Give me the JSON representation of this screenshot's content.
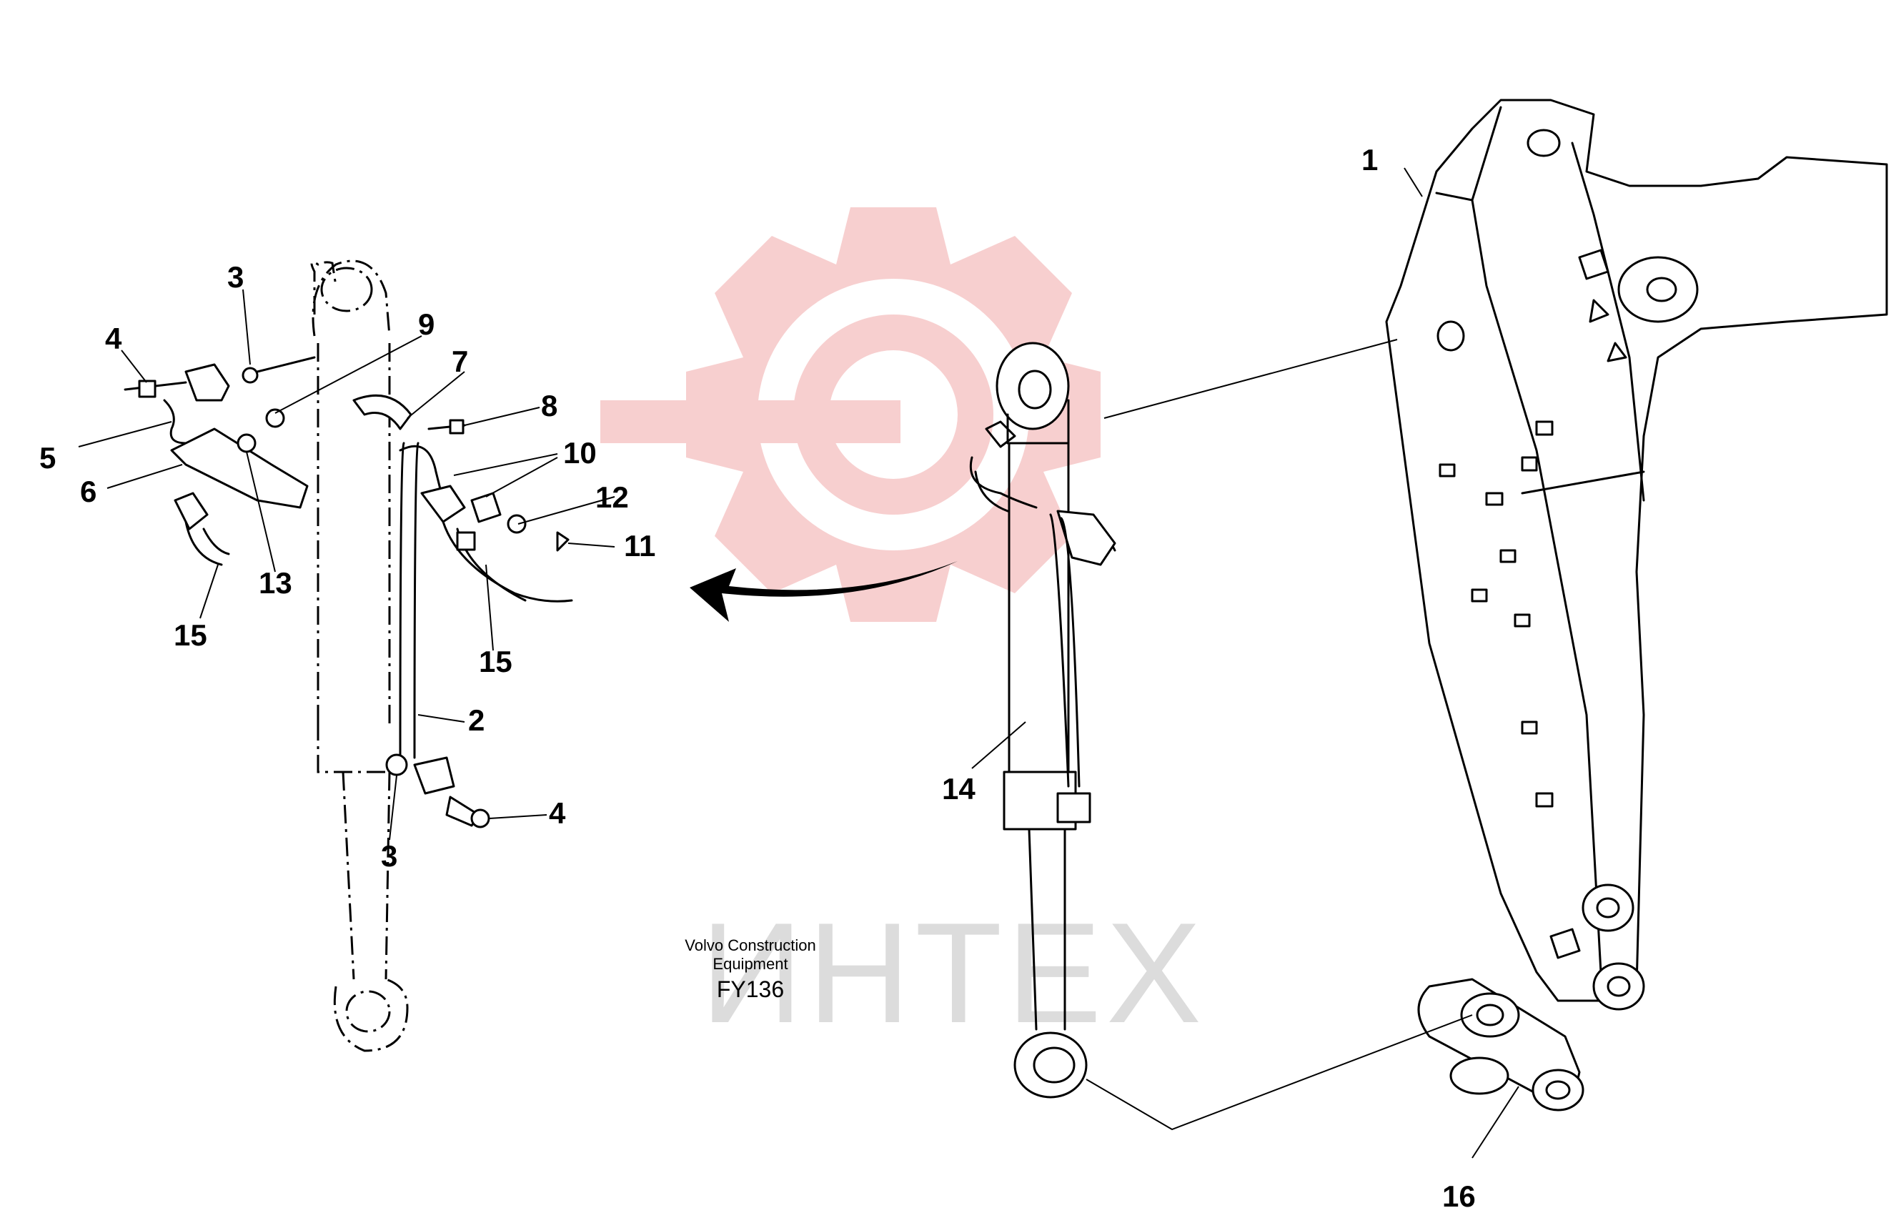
{
  "watermark": {
    "text": "ИНТЕХ",
    "mark_color": "#f6c7c7",
    "text_color": "#dcdcdc"
  },
  "caption": {
    "line1": "Volvo Construction",
    "line2": "Equipment",
    "code": "FY136"
  },
  "callouts": {
    "c1": "1",
    "c2": "2",
    "c3a": "3",
    "c3b": "3",
    "c4a": "4",
    "c4b": "4",
    "c5": "5",
    "c6": "6",
    "c7": "7",
    "c8": "8",
    "c9": "9",
    "c10": "10",
    "c11": "11",
    "c12": "12",
    "c13": "13",
    "c14": "14",
    "c15a": "15",
    "c15b": "15",
    "c16": "16"
  },
  "colors": {
    "line": "#000000",
    "background": "#ffffff"
  }
}
